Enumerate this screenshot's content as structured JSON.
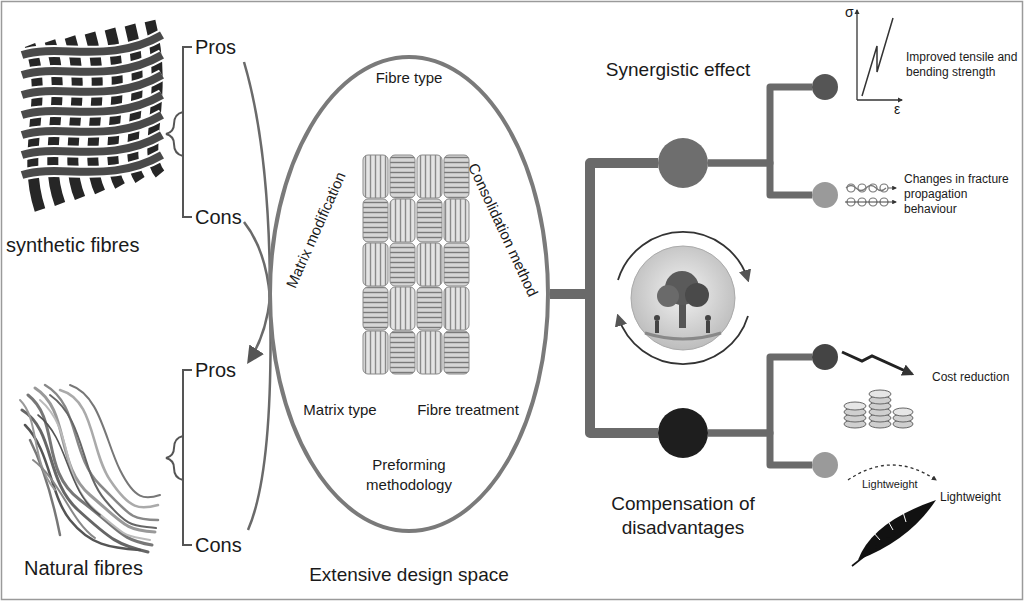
{
  "diagram": {
    "nodes": [
      {
        "text": [
          "Fibre type",
          "Consolidation method",
          "Matrix modification",
          "Matrix type",
          "Fibre treatment",
          "Preforming methodology",
          "Extensive design space"
        ]
      },
      {
        "text": [
          "Synergistic effect"
        ]
      },
      {
        "text": [
          "Compensation of disadvantages"
        ]
      },
      {
        "text": [
          "Improved tensile and bending strength"
        ]
      },
      {
        "text": [
          "Changes in fracture propagation behaviour"
        ]
      },
      {
        "text": [
          "Cost reduction"
        ]
      },
      {
        "text": [
          "Lightweight"
        ]
      }
    ],
    "edges": [
      {
        "from": 0,
        "to": 1,
        "arrow": "none"
      },
      {
        "from": 0,
        "to": 2,
        "arrow": "none"
      },
      {
        "from": 1,
        "to": 3,
        "arrow": "none"
      },
      {
        "from": 1,
        "to": 4,
        "arrow": "none"
      },
      {
        "from": 2,
        "to": 5,
        "arrow": "none"
      },
      {
        "from": 2,
        "to": 6,
        "arrow": "none"
      }
    ],
    "labels": [
      "Pros",
      "Cons",
      "synthetic fibres",
      "Pros",
      "Cons",
      "Natural fibres",
      "σ",
      "ε",
      "Lightweight"
    ]
  }
}
